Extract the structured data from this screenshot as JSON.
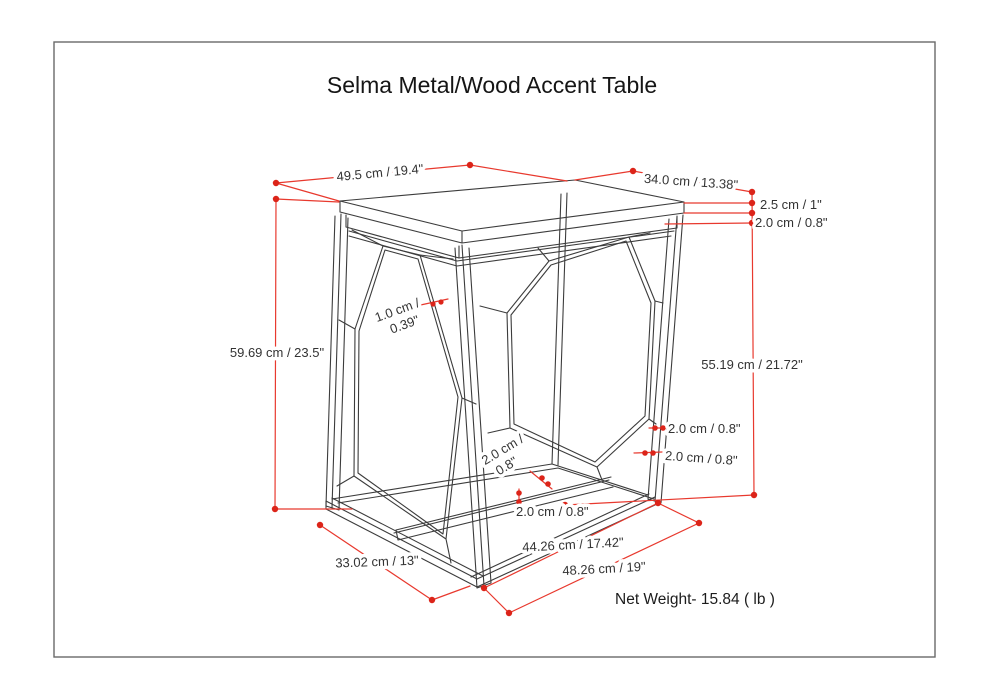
{
  "title": "Selma Metal/Wood Accent Table",
  "net_weight": "Net Weight- 15.84 ( lb )",
  "colors": {
    "dimension_red": "#e8392e",
    "dimension_dot_red": "#dc2419",
    "line_art": "#3c3c3c",
    "label_text": "#333333",
    "background": "#ffffff"
  },
  "dimensions": {
    "top_width": "49.5 cm / 19.4\"",
    "top_depth": "34.0 cm / 13.38\"",
    "top_thickness": "2.5 cm / 1\"",
    "apron_height": "2.0 cm / 0.8\"",
    "overall_height": "59.69 cm / 23.5\"",
    "frame_height": "55.19 cm / 21.72\"",
    "panel_tube_line1": "1.0 cm /",
    "panel_tube_line2": "0.39\"",
    "leg_width_upper": "2.0 cm / 0.8\"",
    "leg_width_lower": "2.0 cm / 0.8\"",
    "stretcher_width_line1": "2.0 cm /",
    "stretcher_width_line2": "0.8\"",
    "stretcher_height": "2.0 cm / 0.8\"",
    "base_depth": "33.02 cm / 13\"",
    "stretcher_length": "44.26 cm / 17.42\"",
    "base_width": "48.26 cm / 19\""
  }
}
